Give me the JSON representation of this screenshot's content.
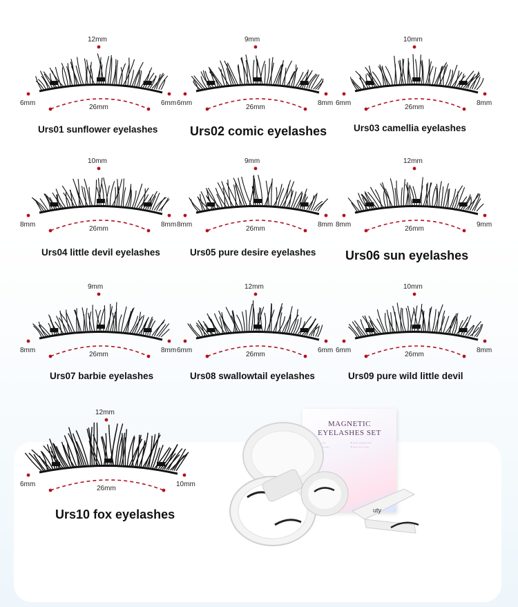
{
  "products": [
    {
      "code": "Urs01",
      "caption": "Urs01 sunflower eyelashes",
      "length_mid": "12mm",
      "length_left": "6mm",
      "length_right": "6mm",
      "width": "26mm",
      "style": "small"
    },
    {
      "code": "Urs02",
      "caption": "Urs02 comic eyelashes",
      "length_mid": "9mm",
      "length_left": "6mm",
      "length_right": "8mm",
      "width": "26mm",
      "style": "large"
    },
    {
      "code": "Urs03",
      "caption": "Urs03 camellia eyelashes",
      "length_mid": "10mm",
      "length_left": "6mm",
      "length_right": "8mm",
      "width": "26mm",
      "style": "small"
    },
    {
      "code": "Urs04",
      "caption": "Urs04 little devil eyelashes",
      "length_mid": "10mm",
      "length_left": "8mm",
      "length_right": "8mm",
      "width": "26mm",
      "style": "small"
    },
    {
      "code": "Urs05",
      "caption": "Urs05 pure desire eyelashes",
      "length_mid": "9mm",
      "length_left": "8mm",
      "length_right": "8mm",
      "width": "26mm",
      "style": "small"
    },
    {
      "code": "Urs06",
      "caption": "Urs06 sun eyelashes",
      "length_mid": "12mm",
      "length_left": "8mm",
      "length_right": "9mm",
      "width": "26mm",
      "style": "large"
    },
    {
      "code": "Urs07",
      "caption": "Urs07 barbie eyelashes",
      "length_mid": "9mm",
      "length_left": "8mm",
      "length_right": "8mm",
      "width": "26mm",
      "style": "small"
    },
    {
      "code": "Urs08",
      "caption": "Urs08 swallowtail eyelashes",
      "length_mid": "12mm",
      "length_left": "6mm",
      "length_right": "6mm",
      "width": "26mm",
      "style": "small"
    },
    {
      "code": "Urs09",
      "caption": "Urs09 pure wild little devil",
      "length_mid": "10mm",
      "length_left": "6mm",
      "length_right": "8mm",
      "width": "26mm",
      "style": "small"
    },
    {
      "code": "Urs10",
      "caption": "Urs10 fox eyelashes",
      "length_mid": "12mm",
      "length_left": "6mm",
      "length_right": "10mm",
      "width": "26mm",
      "style": "large"
    }
  ],
  "package": {
    "title_line1": "MAGNETIC",
    "title_line2": "EYELASHES SET",
    "case_text": "uty"
  },
  "colors": {
    "accent_red": "#b3121e",
    "lash_black": "#111111",
    "box_purple": "#5a3c62"
  }
}
